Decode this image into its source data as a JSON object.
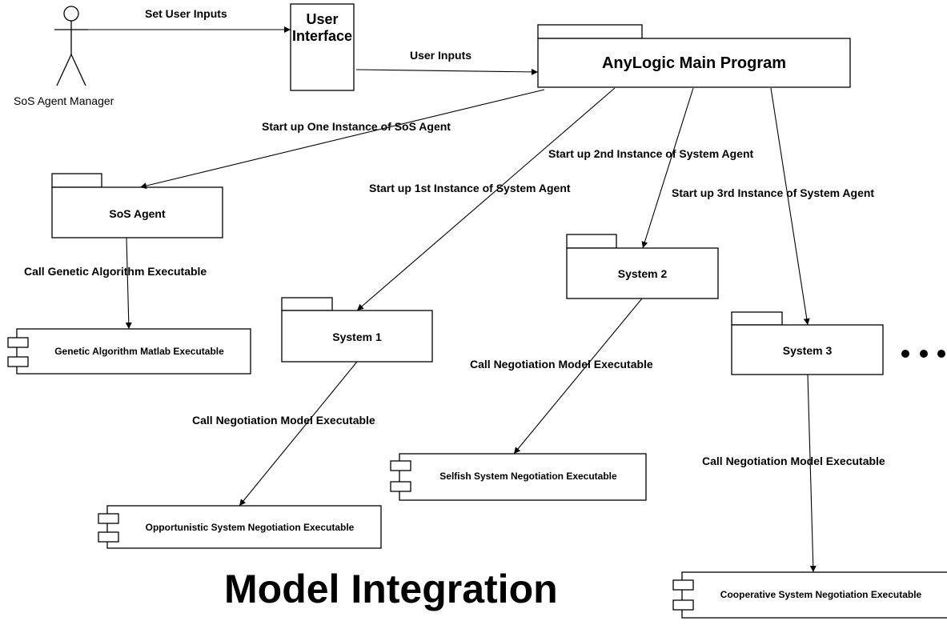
{
  "actor": {
    "name": "SoS Agent Manager"
  },
  "user_interface": {
    "label": "User Interface"
  },
  "main_program": {
    "label": "AnyLogic Main Program"
  },
  "sos_agent": {
    "label": "SoS Agent"
  },
  "systems": [
    {
      "label": "System 1"
    },
    {
      "label": "System 2"
    },
    {
      "label": "System 3"
    }
  ],
  "executables": {
    "genetic": "Genetic Algorithm Matlab Executable",
    "opportunistic": "Opportunistic System Negotiation Executable",
    "selfish": "Selfish System Negotiation Executable",
    "cooperative": "Cooperative System Negotiation Executable"
  },
  "edge_labels": {
    "set_user_inputs": "Set User Inputs",
    "user_inputs": "User Inputs",
    "start_sos": "Start up One Instance of SoS Agent",
    "start_1st": "Start up 1st Instance of System Agent",
    "start_2nd": "Start up 2nd Instance of System Agent",
    "start_3rd": "Start up 3rd Instance of System Agent",
    "call_genetic": "Call Genetic Algorithm Executable",
    "call_negotiation_1": "Call Negotiation Model Executable",
    "call_negotiation_2": "Call Negotiation Model Executable",
    "call_negotiation_3": "Call Negotiation Model Executable"
  },
  "title": "Model Integration"
}
